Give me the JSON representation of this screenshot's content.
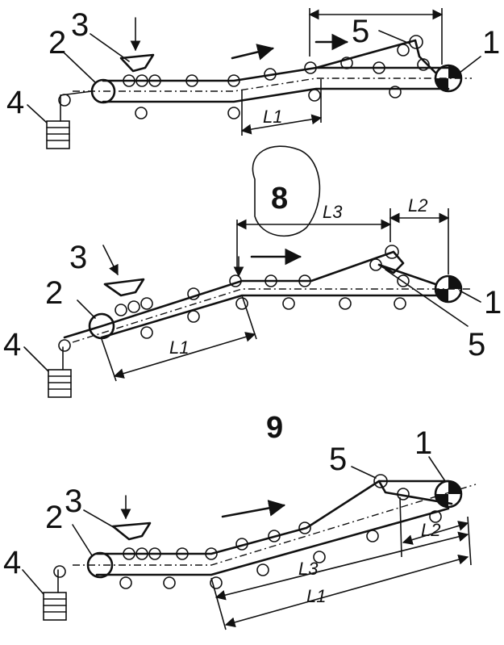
{
  "figure_labels": {
    "upper_middle": "8",
    "lower": "9"
  },
  "part_numbers": {
    "drive": "1",
    "tail": "2",
    "hopper": "3",
    "weight": "4",
    "tripper": "5"
  },
  "dimensions": {
    "l1": "L1",
    "l2": "L2",
    "l3": "L3"
  }
}
